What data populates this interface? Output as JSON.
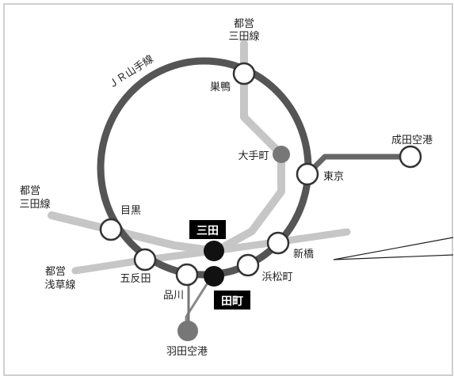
{
  "colors": {
    "yamanote": "#555555",
    "mita_line": "#c6c6c6",
    "asakusa_line": "#c6c6c6",
    "narita_line": "#666666",
    "haneda_line": "#888888",
    "station_dark": "#111111",
    "airport_node": "#777777",
    "label_box_bg": "#000000"
  },
  "lines": {
    "yamanote": "ＪＲ山手線",
    "mita_north_1": "都営",
    "mita_north_2": "三田線",
    "mita_west_1": "都営",
    "mita_west_2": "三田線",
    "asakusa_1": "都営",
    "asakusa_2": "浅草線"
  },
  "stations": {
    "sugamo": "巣鴨",
    "otemachi": "大手町",
    "tokyo": "東京",
    "narita": "成田空港",
    "meguro": "目黒",
    "gotanda": "五反田",
    "shinagawa": "品川",
    "haneda": "羽田空港",
    "shinbashi": "新橋",
    "hamamatsucho": "浜松町",
    "mita": "三田",
    "tamachi": "田町"
  }
}
